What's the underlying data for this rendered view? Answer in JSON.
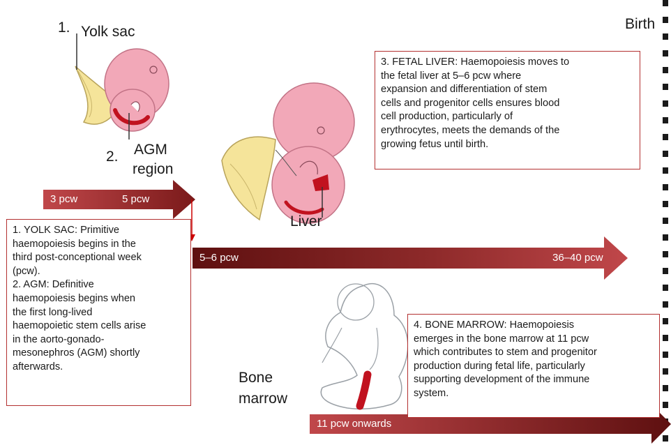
{
  "labels": {
    "yolk_sac_num": "1.",
    "yolk_sac": "Yolk sac",
    "agm_num": "2.",
    "agm_line1": "AGM",
    "agm_line2": "region",
    "liver": "Liver",
    "birth": "Birth",
    "bone_line1": "Bone",
    "bone_line2": "marrow"
  },
  "arrows": [
    {
      "id": "early",
      "start_label": "3 pcw",
      "end_label": "5 pcw"
    },
    {
      "id": "fetal_liver",
      "start_label": "5–6 pcw",
      "end_label": "36–40 pcw"
    },
    {
      "id": "bone_marrow",
      "start_label": "11 pcw onwards"
    }
  ],
  "boxes": {
    "yolk_agm": [
      "1. YOLK SAC: Primitive",
      "haemopoiesis begins in the",
      "third post-conceptional week",
      "(pcw).",
      "2. AGM: Definitive",
      "haemopoiesis begins when",
      "the first long-lived",
      "haemopoietic stem cells arise",
      "in the aorto-gonado-",
      "mesonephros (AGM) shortly",
      "afterwards."
    ],
    "fetal_liver": [
      "3. FETAL LIVER: Haemopoiesis moves to",
      "the fetal liver at 5–6 pcw where",
      "expansion and differentiation of stem",
      "cells and progenitor cells ensures blood",
      "cell production, particularly of",
      "erythrocytes, meets the demands of the",
      "growing fetus until birth."
    ],
    "bone_marrow": [
      "4. BONE MARROW: Haemopoiesis",
      "emerges in the bone marrow at 11 pcw",
      "which contributes to stem and progenitor",
      "production during fetal life, particularly",
      "supporting development of the immune",
      "system."
    ]
  },
  "colors": {
    "arrow_light": "#c0474a",
    "arrow_dark": "#5e1010",
    "box_border": "#b33030",
    "embryo_pink": "#f2a8b8",
    "yolk_yellow": "#f5e49a",
    "marrow_red": "#c1121f"
  }
}
